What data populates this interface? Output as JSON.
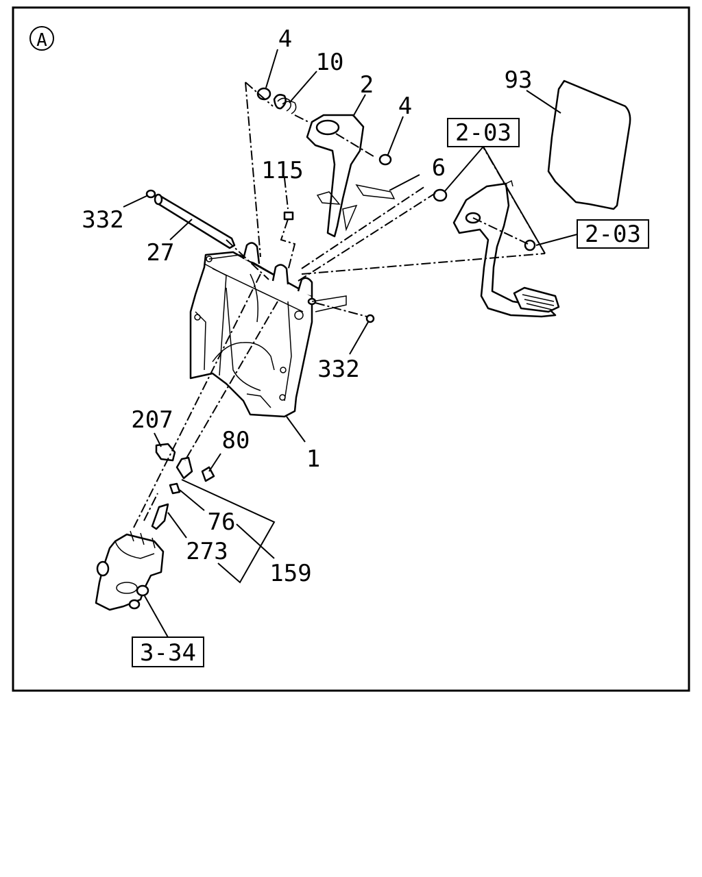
{
  "diagram": {
    "section_marker": "A",
    "callouts": {
      "c4_top": "4",
      "c10": "10",
      "c2": "2",
      "c4_right": "4",
      "c93": "93",
      "c203_top": "2-03",
      "c115": "115",
      "c6": "6",
      "c332_left": "332",
      "c27": "27",
      "c203_right": "2-03",
      "c332_right": "332",
      "c207": "207",
      "c80": "80",
      "c1": "1",
      "c76": "76",
      "c273": "273",
      "c159": "159",
      "c334": "3-34"
    }
  }
}
